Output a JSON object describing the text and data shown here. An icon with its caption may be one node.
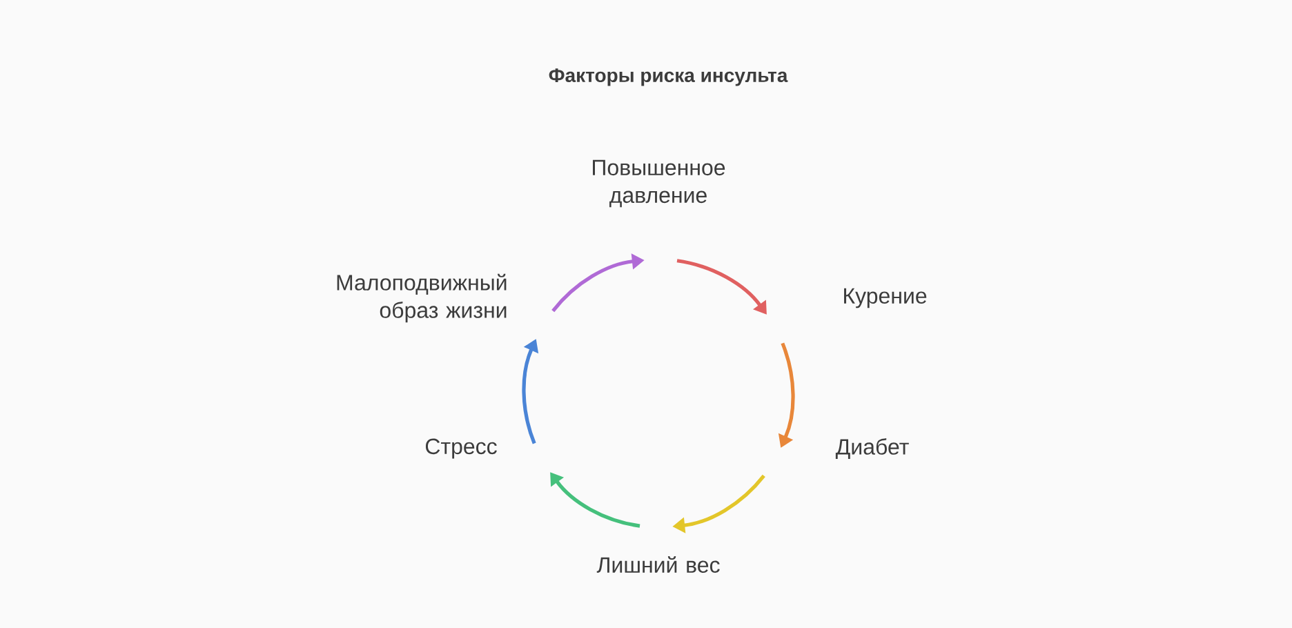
{
  "diagram": {
    "title": "Факторы риска инсульта",
    "nodes": [
      {
        "text": [
          "Повышенное давление"
        ]
      },
      {
        "text": [
          "Курение"
        ]
      },
      {
        "text": [
          "Диабет"
        ]
      },
      {
        "text": [
          "Лишний вес"
        ]
      },
      {
        "text": [
          "Стресс"
        ]
      },
      {
        "text": [
          "Малоподвижный образ жизни"
        ]
      }
    ],
    "edges": [
      {
        "from": 0,
        "to": 1,
        "arrow": "to",
        "color": "#e06060"
      },
      {
        "from": 1,
        "to": 2,
        "arrow": "to",
        "color": "#e8873a"
      },
      {
        "from": 2,
        "to": 3,
        "arrow": "to",
        "color": "#e3c62a"
      },
      {
        "from": 3,
        "to": 4,
        "arrow": "to",
        "color": "#45c07c"
      },
      {
        "from": 4,
        "to": 5,
        "arrow": "to",
        "color": "#4a84d6"
      },
      {
        "from": 5,
        "to": 0,
        "arrow": "to",
        "color": "#b06ad6"
      }
    ]
  }
}
